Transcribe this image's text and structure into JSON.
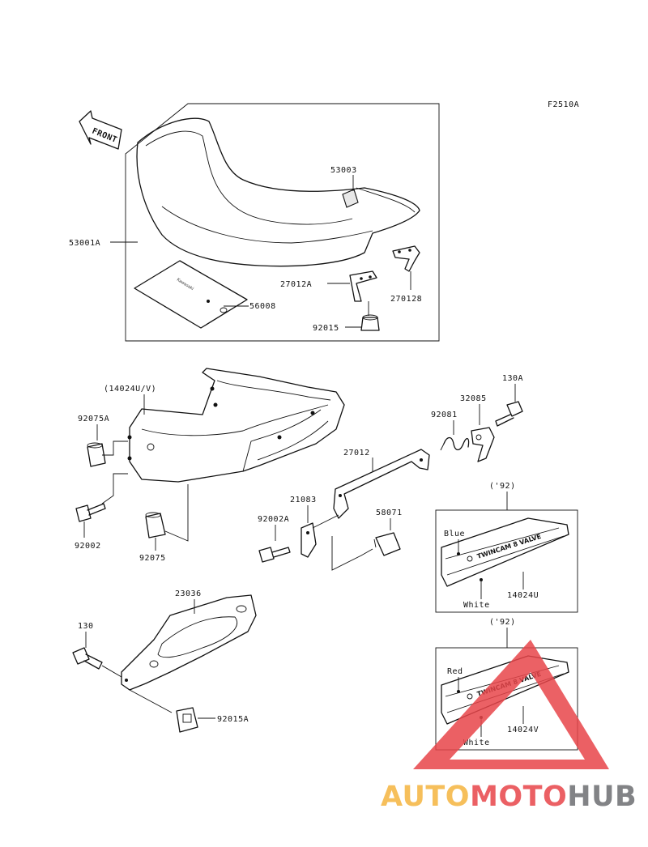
{
  "figure_code": "F2510A",
  "front_arrow_label": "FRONT",
  "decal_text": "TWINCAM 8 VALVE",
  "parts": {
    "p53003": "53003",
    "p53001A": "53001A",
    "p27012A": "27012A",
    "p27012B": "270128",
    "p56008": "56008",
    "p92015": "92015",
    "p14024UV": "(14024U/V)",
    "p130A": "130A",
    "p32085": "32085",
    "p92081": "92081",
    "p92075A": "92075A",
    "p27012": "27012",
    "p21083": "21083",
    "p92002A": "92002A",
    "p58071": "58071",
    "p92002": "92002",
    "p92075": "92075",
    "p23036": "23036",
    "p130": "130",
    "p92015A": "92015A",
    "p14024U": "14024U",
    "p14024V": "14024V"
  },
  "variants": {
    "u": {
      "year": "('92)",
      "color1": "Blue",
      "color2": "White"
    },
    "v": {
      "year": "('92)",
      "color1": "Red",
      "color2": "White"
    }
  },
  "watermark": {
    "part1": "AUTO",
    "part2": "MOTO",
    "part3": "HUB",
    "color_orange": "#f5b53f",
    "color_red": "#e8454a",
    "color_gray": "#6d6e71"
  }
}
